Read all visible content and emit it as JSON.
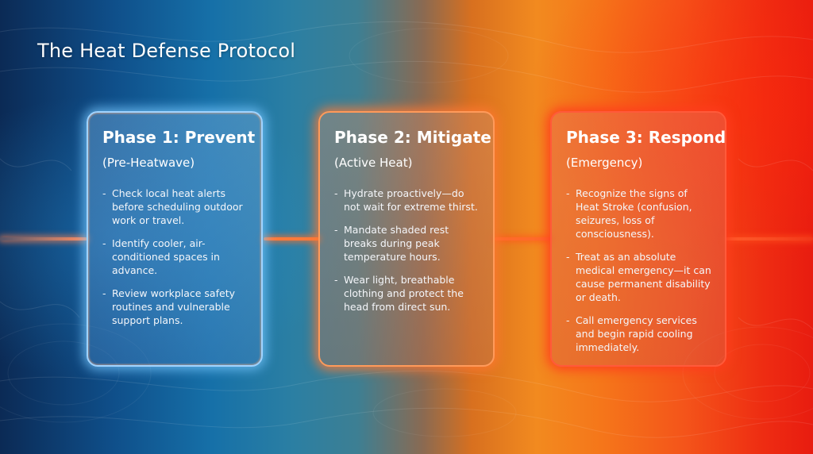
{
  "title": "The Heat Defense Protocol",
  "phases": [
    {
      "title": "Phase 1: Prevent",
      "subtitle": "(Pre-Heatwave)",
      "bullets": [
        "Check local heat alerts before scheduling outdoor work or travel.",
        "Identify cooler, air-conditioned spaces in advance.",
        "Review workplace safety routines and vulnerable support plans."
      ]
    },
    {
      "title": "Phase 2: Mitigate",
      "subtitle": "(Active Heat)",
      "bullets": [
        "Hydrate proactively—do not wait for extreme thirst.",
        "Mandate shaded rest breaks during peak temperature hours.",
        "Wear light, breathable clothing and protect the head from direct sun."
      ]
    },
    {
      "title": "Phase 3: Respond",
      "subtitle": "(Emergency)",
      "bullets": [
        "Recognize the signs of Heat Stroke (confusion, seizures, loss of consciousness).",
        "Treat as an absolute medical emergency—it can cause permanent disability or death.",
        "Call emergency services and begin rapid cooling immediately."
      ]
    }
  ],
  "colors": {
    "phase_1_border": "#9fd3ff",
    "phase_2_border": "#ff9a5a",
    "phase_3_border": "#ff5a3a"
  }
}
